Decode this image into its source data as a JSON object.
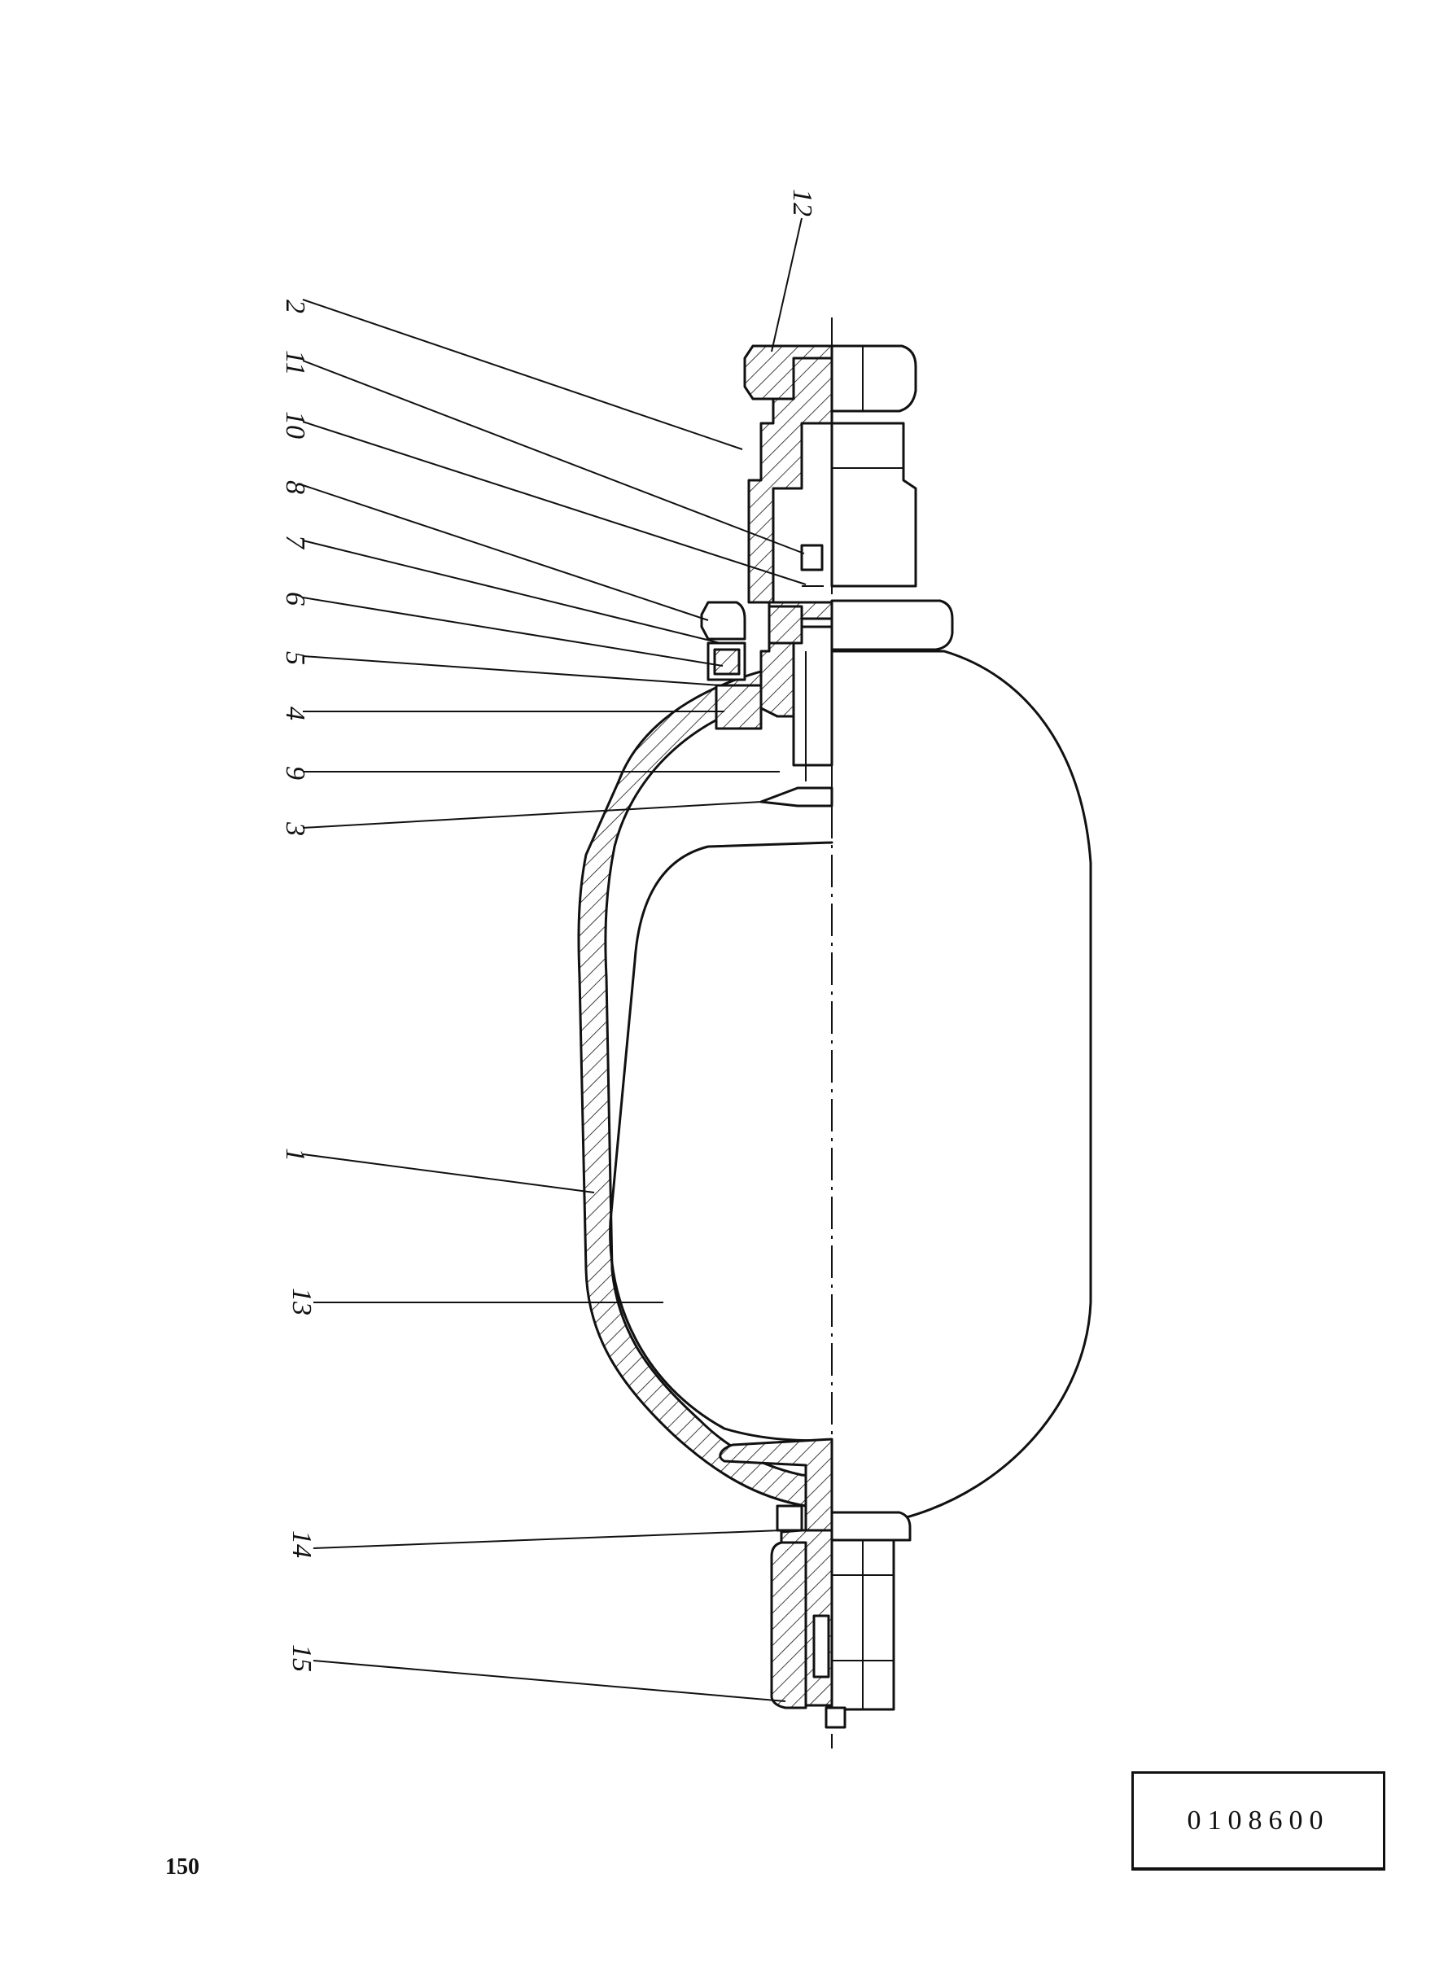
{
  "drawing": {
    "part_labels": {
      "p1": "1",
      "p2": "2",
      "p3": "3",
      "p4": "4",
      "p5": "5",
      "p6": "6",
      "p7": "7",
      "p8": "8",
      "p9": "9",
      "p10": "10",
      "p11": "11",
      "p12": "12",
      "p13": "13",
      "p14": "14",
      "p15": "15"
    },
    "drawing_code": "0108600",
    "page_number": "150"
  }
}
